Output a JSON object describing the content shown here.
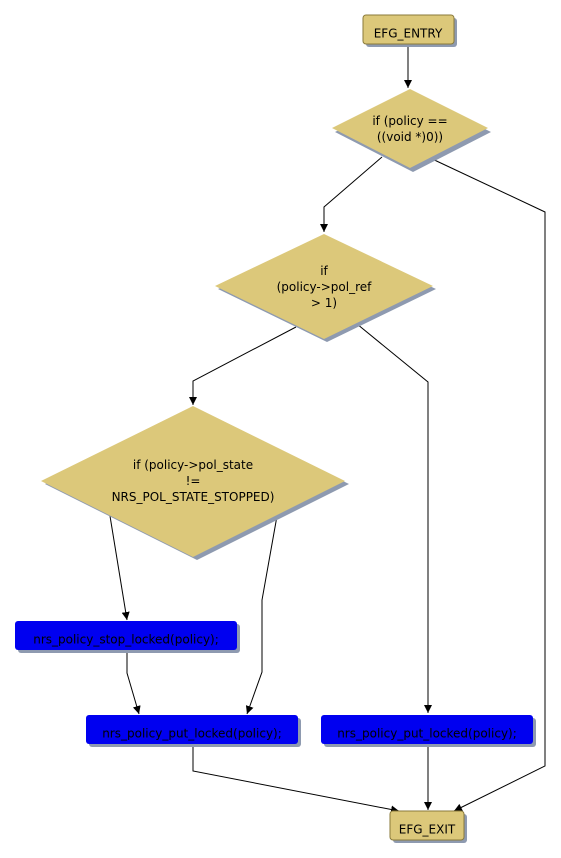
{
  "colors": {
    "terminal_fill": "#dcc87a",
    "decision_fill": "#dcc87a",
    "action_fill": "#0000f0",
    "shadow": "#8e9ab0",
    "line": "#000000"
  },
  "nodes": {
    "entry": "EFG_ENTRY",
    "d1": [
      "if (policy ==",
      "((void *)0))"
    ],
    "d2": [
      "if",
      "(policy->pol_ref",
      "> 1)"
    ],
    "d3": [
      "if (policy->pol_state",
      "!=",
      "NRS_POL_STATE_STOPPED)"
    ],
    "stop": "nrs_policy_stop_locked(policy);",
    "put_left": "nrs_policy_put_locked(policy);",
    "put_right": "nrs_policy_put_locked(policy);",
    "exit": "EFG_EXIT"
  }
}
